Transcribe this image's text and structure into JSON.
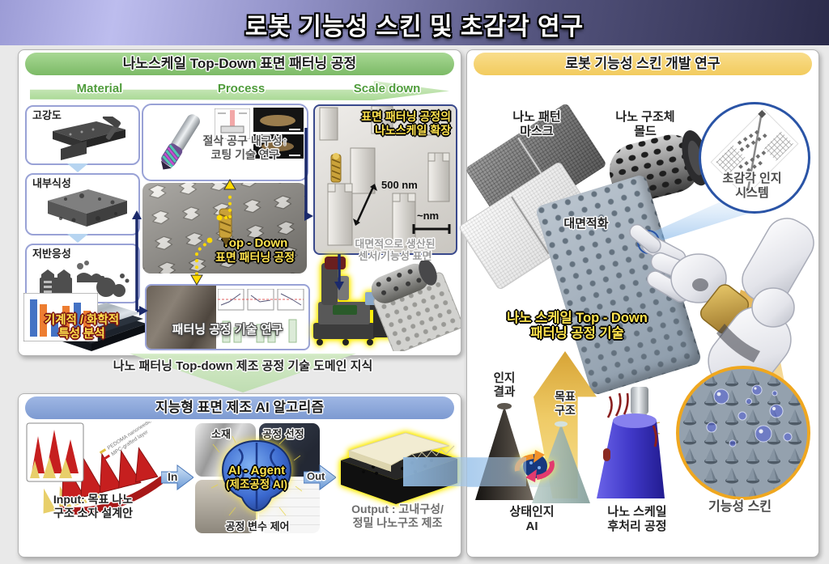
{
  "title": "로봇 기능성 스킨 및 초감각 연구",
  "left_panel": {
    "header": "나노스케일 Top-Down 표면 패터닝 공정",
    "col_material": "Material",
    "col_process": "Process",
    "col_scaledown": "Scale down",
    "material": {
      "high_strength": "고강도",
      "corrosion_resistance": "내부식성",
      "low_reactivity": "저반응성",
      "analysis_line1": "기계적 / 화학적",
      "analysis_line2": "특성 분석"
    },
    "process": {
      "coating_line1": "절삭 공구 내구성↑",
      "coating_line2": "코팅 기술 연구",
      "topdown_line1": "Top - Down",
      "topdown_line2": "표면 패터닝 공정",
      "research": "패터닝 공정 기술 연구"
    },
    "scaledown": {
      "expand_line1": "표면 패터닝 공정의",
      "expand_line2": "나노스케일 확장",
      "dim_label": "500 nm",
      "nm_label": "~nm",
      "produced_line1": "대면적으로 생산된",
      "produced_line2": "센서/기능성 표면"
    }
  },
  "domain_knowledge": "나노 패터닝 Top-down 제조 공정 기술 도메인 지식",
  "ai_panel": {
    "header": "지능형 표면 제조 AI 알고리즘",
    "input_line1": "Input: 목표 나노",
    "input_line2": "구조 소자 설계안",
    "legend1": "PEDOMA nanoneedle",
    "legend2": "MPC-grafted layer",
    "in_label": "In",
    "out_label": "Out",
    "material": "소재",
    "process_select": "공정 선정",
    "process_control": "공정 변수 제어",
    "agent_line1": "AI - Agent",
    "agent_line2": "(제조공정 AI)",
    "output_line1": "Output : 고내구성/",
    "output_line2": "정밀 나노구조 제조"
  },
  "robot_panel": {
    "header": "로봇 기능성 스킨 개발 연구",
    "mask_line1": "나노 패턴",
    "mask_line2": "마스크",
    "mold_line1": "나노 구조체",
    "mold_line2": "몰드",
    "large_area": "대면적화",
    "sense_line1": "초감각 인지",
    "sense_line2": "시스템",
    "tech_line1": "나노 스케일 Top - Down",
    "tech_line2": "패터닝 공정 기술",
    "recog_line1": "인지",
    "recog_line2": "결과",
    "target_line1": "목표",
    "target_line2": "구조",
    "stateai_line1": "상태인지",
    "stateai_line2": "AI",
    "post_line1": "나노 스케일",
    "post_line2": "후처리 공정",
    "skin": "기능성 스킨"
  },
  "colors": {
    "header_left": "#b9b9ec",
    "header_right": "#2b2b4a",
    "green_bar": "#8cc879",
    "blue_bar": "#8ba6da",
    "yellow_bar": "#f6d472",
    "accent_yellow_text": "#ffe34d",
    "navy_arrow": "#1b2a6b",
    "circle_blue": "#2a54a6",
    "circle_orange": "#efa71f"
  }
}
